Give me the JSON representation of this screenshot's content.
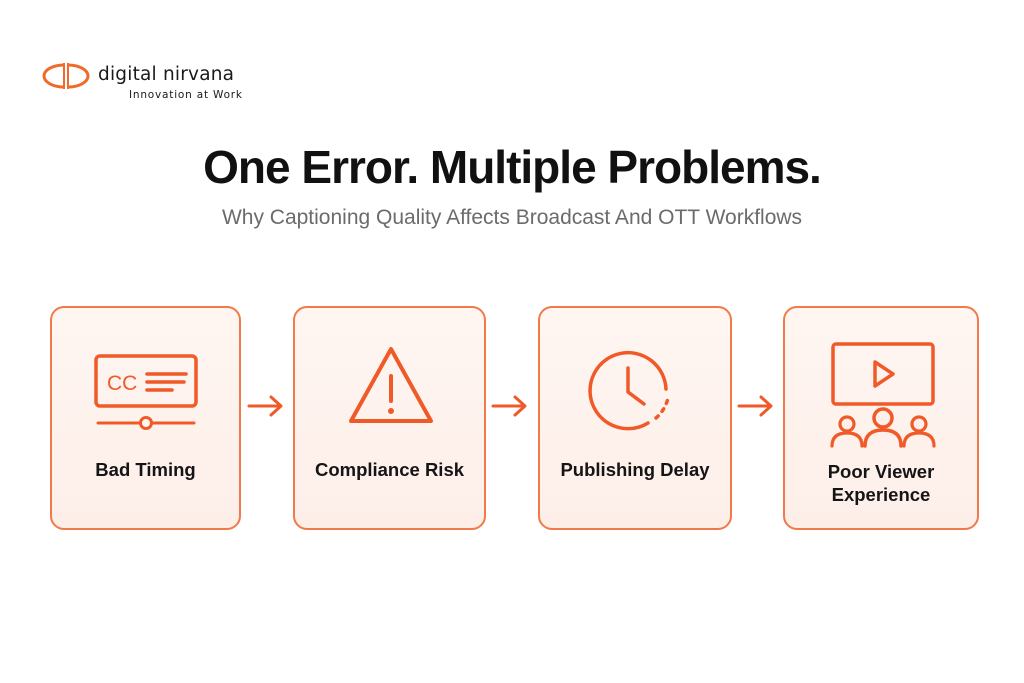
{
  "brand": {
    "name": "digital nirvana",
    "tagline": "Innovation at Work",
    "accent": "#f06a2a"
  },
  "title": "One Error. Multiple Problems.",
  "subtitle": "Why Captioning Quality Affects Broadcast And OTT Workflows",
  "accent_color": "#f05a28",
  "cards": [
    {
      "label": "Bad Timing",
      "icon": "closed-caption-timeline-icon",
      "icon_text": "CC"
    },
    {
      "label": "Compliance Risk",
      "icon": "warning-triangle-icon"
    },
    {
      "label": "Publishing Delay",
      "icon": "clock-icon"
    },
    {
      "label": "Poor Viewer\nExperience",
      "icon": "audience-screen-icon"
    }
  ]
}
